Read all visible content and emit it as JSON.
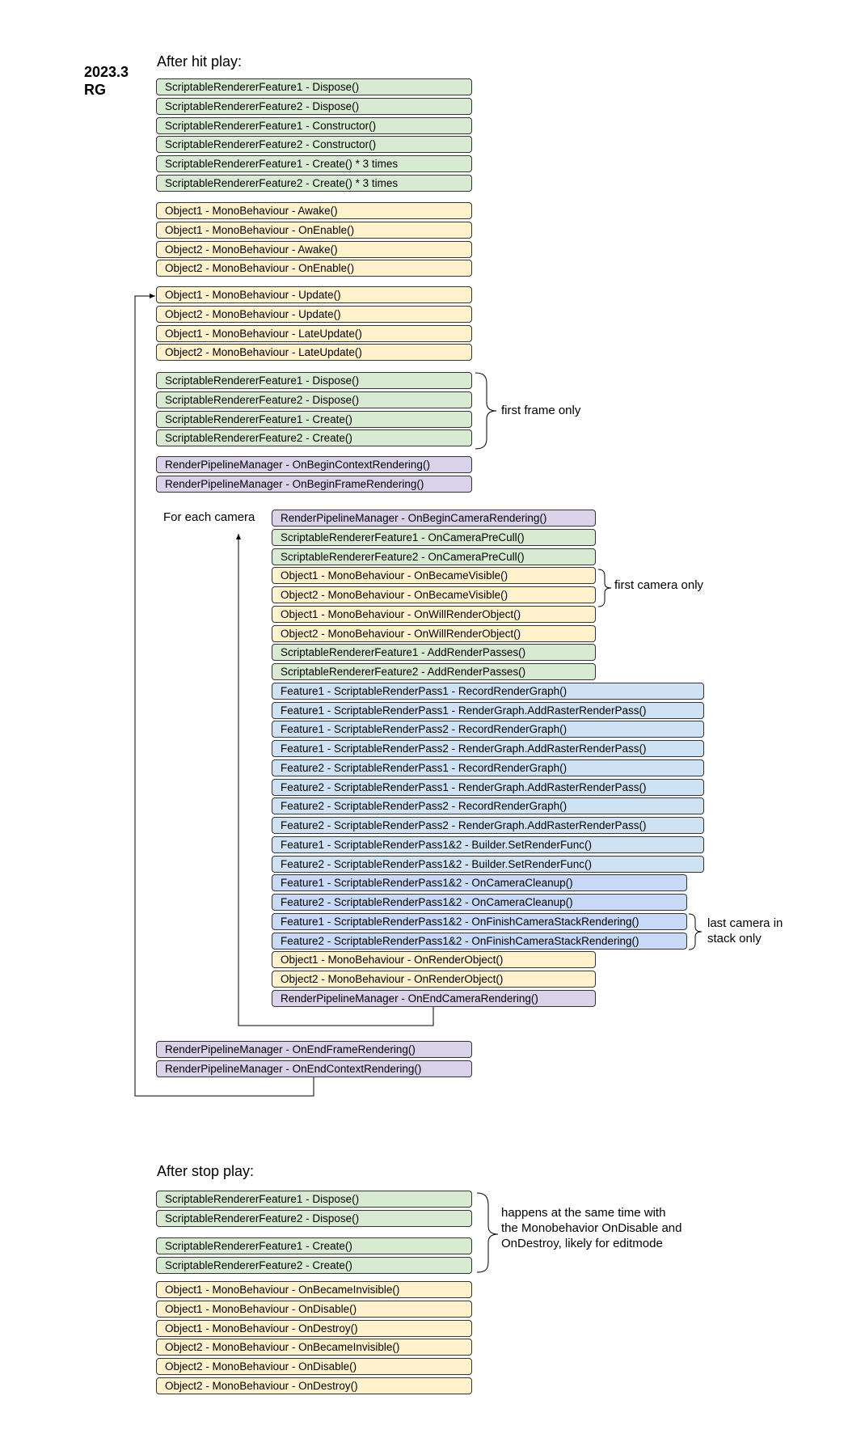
{
  "version_tag": [
    "2023.3",
    "RG"
  ],
  "headings": {
    "play": "After hit play:",
    "stop": "After stop play:"
  },
  "notes": {
    "first_frame": "first frame only",
    "for_each_camera": "For each camera",
    "first_camera": "first camera only",
    "last_camera": [
      "last camera in",
      "stack only"
    ],
    "stop_note": [
      "happens at the same time with",
      "the Monobehavior OnDisable and",
      "OnDestroy, likely for editmode"
    ]
  },
  "colors": {
    "feature": "#d9ead3",
    "monobehaviour": "#fff2cc",
    "pipeline_manager": "#d9d2e9",
    "render_pass": "#cfe2f3",
    "render_pass_cleanup": "#c9daf8"
  },
  "play_groups": [
    {
      "color": "green",
      "items": [
        "ScriptableRendererFeature1 - Dispose()",
        "ScriptableRendererFeature2 - Dispose()",
        "ScriptableRendererFeature1 - Constructor()",
        "ScriptableRendererFeature2 - Constructor()",
        "ScriptableRendererFeature1 - Create() * 3 times",
        "ScriptableRendererFeature2 - Create() * 3 times"
      ]
    },
    {
      "color": "yellow",
      "items": [
        "Object1 - MonoBehaviour - Awake()",
        "Object1 - MonoBehaviour - OnEnable()",
        "Object2 - MonoBehaviour - Awake()",
        "Object2 - MonoBehaviour - OnEnable()"
      ]
    },
    {
      "color": "yellow",
      "items": [
        "Object1 - MonoBehaviour - Update()",
        "Object2 - MonoBehaviour - Update()",
        "Object1 - MonoBehaviour - LateUpdate()",
        "Object2 - MonoBehaviour - LateUpdate()"
      ]
    },
    {
      "color": "green",
      "items": [
        "ScriptableRendererFeature1 - Dispose()",
        "ScriptableRendererFeature2 - Dispose()",
        "ScriptableRendererFeature1 - Create()",
        "ScriptableRendererFeature2 - Create()"
      ]
    },
    {
      "color": "purple",
      "items": [
        "RenderPipelineManager - OnBeginContextRendering()",
        "RenderPipelineManager - OnBeginFrameRendering()"
      ]
    }
  ],
  "camera_items": [
    {
      "color": "purple",
      "text": "RenderPipelineManager - OnBeginCameraRendering()",
      "wide": 0
    },
    {
      "color": "green",
      "text": "ScriptableRendererFeature1 - OnCameraPreCull()",
      "wide": 0
    },
    {
      "color": "green",
      "text": "ScriptableRendererFeature2 - OnCameraPreCull()",
      "wide": 0
    },
    {
      "color": "yellow",
      "text": "Object1 - MonoBehaviour - OnBecameVisible()",
      "wide": 0
    },
    {
      "color": "yellow",
      "text": "Object2 - MonoBehaviour - OnBecameVisible()",
      "wide": 0
    },
    {
      "color": "yellow",
      "text": "Object1 - MonoBehaviour - OnWillRenderObject()",
      "wide": 0
    },
    {
      "color": "yellow",
      "text": "Object2 - MonoBehaviour - OnWillRenderObject()",
      "wide": 0
    },
    {
      "color": "green",
      "text": "ScriptableRendererFeature1 - AddRenderPasses()",
      "wide": 0
    },
    {
      "color": "green",
      "text": "ScriptableRendererFeature2 - AddRenderPasses()",
      "wide": 0
    },
    {
      "color": "blue",
      "text": "Feature1 - ScriptableRenderPass1 - RecordRenderGraph()",
      "wide": 2
    },
    {
      "color": "blue",
      "text": "Feature1 - ScriptableRenderPass1 - RenderGraph.AddRasterRenderPass()",
      "wide": 2
    },
    {
      "color": "blue",
      "text": "Feature1 - ScriptableRenderPass2 - RecordRenderGraph()",
      "wide": 2
    },
    {
      "color": "blue",
      "text": "Feature1 - ScriptableRenderPass2 - RenderGraph.AddRasterRenderPass()",
      "wide": 2
    },
    {
      "color": "blue",
      "text": "Feature2 - ScriptableRenderPass1 - RecordRenderGraph()",
      "wide": 2
    },
    {
      "color": "blue",
      "text": "Feature2 - ScriptableRenderPass1 - RenderGraph.AddRasterRenderPass()",
      "wide": 2
    },
    {
      "color": "blue",
      "text": "Feature2 - ScriptableRenderPass2 - RecordRenderGraph()",
      "wide": 2
    },
    {
      "color": "blue",
      "text": "Feature2 - ScriptableRenderPass2 - RenderGraph.AddRasterRenderPass()",
      "wide": 2
    },
    {
      "color": "blue",
      "text": "Feature1 - ScriptableRenderPass1&2 - Builder.SetRenderFunc()",
      "wide": 2
    },
    {
      "color": "blue",
      "text": "Feature2 - ScriptableRenderPass1&2 - Builder.SetRenderFunc()",
      "wide": 2
    },
    {
      "color": "blue2",
      "text": "Feature1 - ScriptableRenderPass1&2 - OnCameraCleanup()",
      "wide": 1
    },
    {
      "color": "blue2",
      "text": "Feature2 - ScriptableRenderPass1&2 - OnCameraCleanup()",
      "wide": 1
    },
    {
      "color": "blue2",
      "text": "Feature1 - ScriptableRenderPass1&2 - OnFinishCameraStackRendering()",
      "wide": 1
    },
    {
      "color": "blue2",
      "text": "Feature2 - ScriptableRenderPass1&2 - OnFinishCameraStackRendering()",
      "wide": 1
    },
    {
      "color": "yellow",
      "text": "Object1 - MonoBehaviour - OnRenderObject()",
      "wide": 0
    },
    {
      "color": "yellow",
      "text": "Object2 - MonoBehaviour - OnRenderObject()",
      "wide": 0
    },
    {
      "color": "purple",
      "text": "RenderPipelineManager - OnEndCameraRendering()",
      "wide": 0
    }
  ],
  "end_items": [
    "RenderPipelineManager - OnEndFrameRendering()",
    "RenderPipelineManager - OnEndContextRendering()"
  ],
  "stop_groups": [
    {
      "color": "green",
      "items": [
        "ScriptableRendererFeature1 - Dispose()",
        "ScriptableRendererFeature2 - Dispose()"
      ]
    },
    {
      "color": "green",
      "items": [
        "ScriptableRendererFeature1 - Create()",
        "ScriptableRendererFeature2 - Create()"
      ]
    },
    {
      "color": "yellow",
      "items": [
        "Object1 - MonoBehaviour - OnBecameInvisible()",
        "Object1 - MonoBehaviour - OnDisable()",
        "Object1 - MonoBehaviour - OnDestroy()",
        "Object2 - MonoBehaviour - OnBecameInvisible()",
        "Object2 - MonoBehaviour - OnDisable()",
        "Object2 - MonoBehaviour - OnDestroy()"
      ]
    }
  ]
}
